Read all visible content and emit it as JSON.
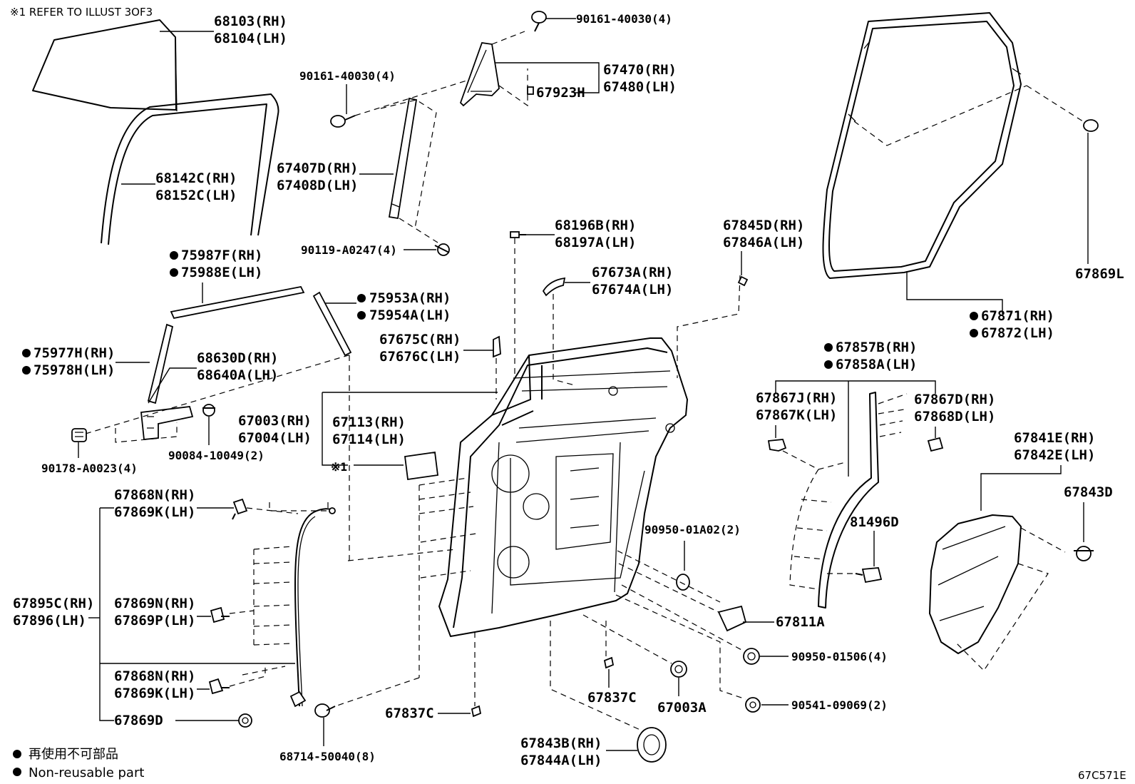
{
  "header_note": "※1 REFER TO ILLUST 3OF3",
  "diagram_id": "67C571E",
  "legend": {
    "line1": "再使用不可部品",
    "line2": "Non-reusable part"
  },
  "callouts": {
    "c68103": "68103(RH)",
    "c68104": "68104(LH)",
    "c68142C": "68142C(RH)",
    "c68152C": "68152C(LH)",
    "c75987F": "75987F(RH)",
    "c75988E": "75988E(LH)",
    "c75953A": "75953A(RH)",
    "c75954A": "75954A(LH)",
    "c75977H": "75977H(RH)",
    "c75978H": "75978H(LH)",
    "c68630D": "68630D(RH)",
    "c68640A": "68640A(LH)",
    "c90178": "90178-A0023(4)",
    "c90084": "90084-10049(2)",
    "c90161a": "90161-40030(4)",
    "c90161b": "90161-40030(4)",
    "c67470": "67470(RH)",
    "c67480": "67480(LH)",
    "c67923H": "67923H",
    "c67407D": "67407D(RH)",
    "c67408D": "67408D(LH)",
    "c90119": "90119-A0247(4)",
    "c68196B": "68196B(RH)",
    "c68197A": "68197A(LH)",
    "c67845D": "67845D(RH)",
    "c67846A": "67846A(LH)",
    "c67673A": "67673A(RH)",
    "c67674A": "67674A(LH)",
    "c67675C": "67675C(RH)",
    "c67676C": "67676C(LH)",
    "c67003": "67003(RH)",
    "c67004": "67004(LH)",
    "c67113": "67113(RH)",
    "c67114": "67114(LH)",
    "ref1": "※1",
    "c67869L": "67869L",
    "c67871": "67871(RH)",
    "c67872": "67872(LH)",
    "c67857B": "67857B(RH)",
    "c67858A": "67858A(LH)",
    "c67867J": "67867J(RH)",
    "c67867K": "67867K(LH)",
    "c67867D": "67867D(RH)",
    "c67868D": "67868D(LH)",
    "c67841E": "67841E(RH)",
    "c67842E": "67842E(LH)",
    "c67843D": "67843D",
    "c81496D": "81496D",
    "c90950a": "90950-01A02(2)",
    "c67811A": "67811A",
    "c90950b": "90950-01506(4)",
    "c90541": "90541-09069(2)",
    "c67837Ca": "67837C",
    "c67837Cb": "67837C",
    "c67003A": "67003A",
    "c67843B": "67843B(RH)",
    "c67844A": "67844A(LH)",
    "c68714": "68714-50040(8)",
    "c67868Na": "67868N(RH)",
    "c67869Ka": "67869K(LH)",
    "c67895C": "67895C(RH)",
    "c67896": "67896(LH)",
    "c67869N": "67869N(RH)",
    "c67869P": "67869P(LH)",
    "c67868Nb": "67868N(RH)",
    "c67869Kb": "67869K(LH)",
    "c67869D": "67869D"
  }
}
